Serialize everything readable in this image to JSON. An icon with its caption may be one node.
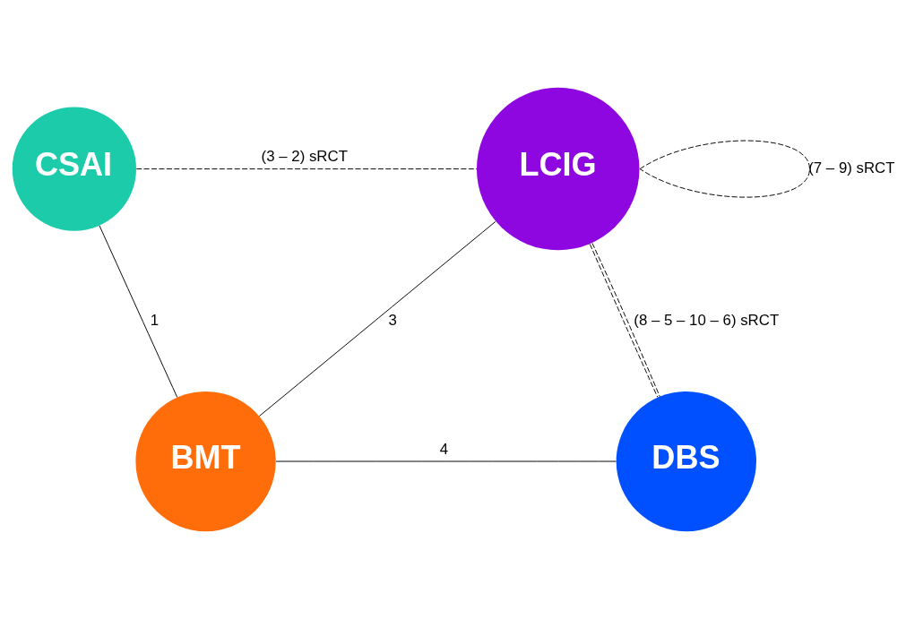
{
  "diagram": {
    "nodes": [
      {
        "text": [
          "CSAI"
        ]
      },
      {
        "text": [
          "LCIG"
        ]
      },
      {
        "text": [
          "BMT"
        ]
      },
      {
        "text": [
          "DBS"
        ]
      }
    ],
    "edges": [
      {
        "from": 0,
        "to": 1,
        "arrow": "none",
        "label": "(3 – 2) sRCT",
        "style": "dashed"
      },
      {
        "from": 1,
        "to": 1,
        "arrow": "none",
        "label": "(7 – 9) sRCT",
        "style": "dashed"
      },
      {
        "from": 0,
        "to": 2,
        "arrow": "none",
        "label": "1"
      },
      {
        "from": 1,
        "to": 2,
        "arrow": "none",
        "label": "3"
      },
      {
        "from": 1,
        "to": 3,
        "arrow": "none",
        "style": "dashed"
      },
      {
        "from": 1,
        "to": 3,
        "arrow": "none",
        "label": "(8 – 5 – 10 – 6) sRCT",
        "style": "dashed"
      },
      {
        "from": 2,
        "to": 3,
        "arrow": "none",
        "label": "4"
      }
    ]
  }
}
